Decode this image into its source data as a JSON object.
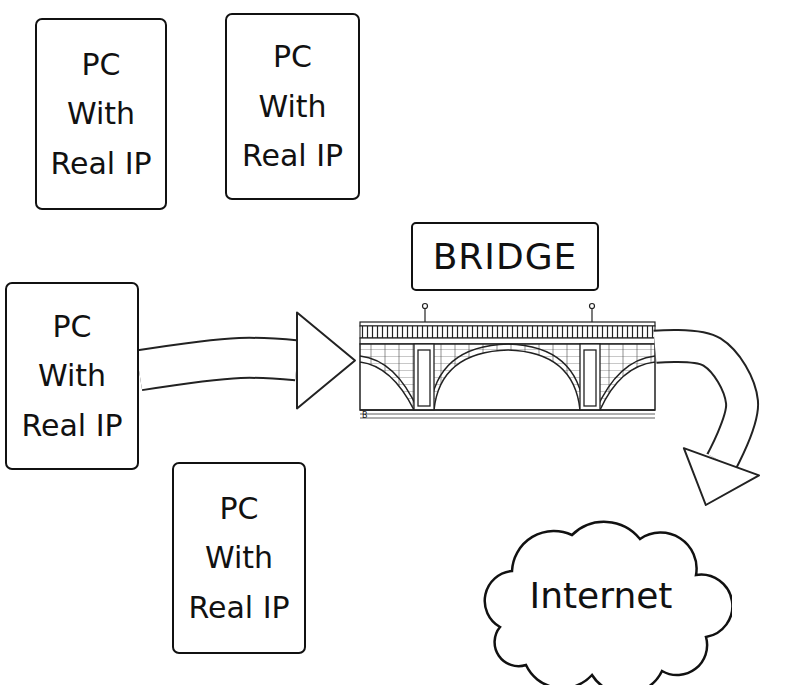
{
  "diagram": {
    "nodes": [
      {
        "text": [
          "PC With Real IP"
        ]
      },
      {
        "text": [
          "PC With Real IP"
        ]
      },
      {
        "text": [
          "PC With Real IP"
        ]
      },
      {
        "text": [
          "PC With Real IP"
        ]
      },
      {
        "text": [
          "BRIDGE"
        ]
      },
      {
        "text": [
          "Internet"
        ]
      }
    ],
    "edges": [
      {
        "from": 2,
        "to": 4,
        "arrow": "to"
      },
      {
        "from": 4,
        "to": 5,
        "arrow": "to"
      }
    ],
    "labels": [
      "B"
    ]
  }
}
